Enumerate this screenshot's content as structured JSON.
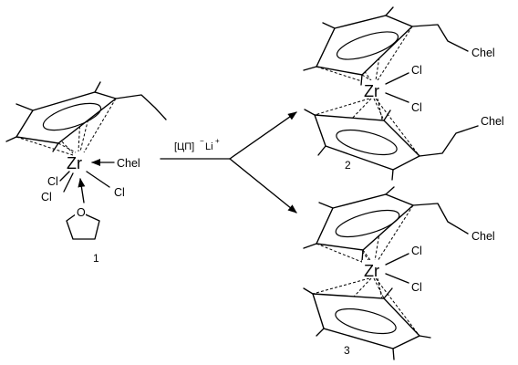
{
  "reagent": {
    "base": "[ЦП]",
    "minus": "−",
    "li": "Li",
    "plus": "+"
  },
  "compound1": {
    "metal": "Zr",
    "chel": "Chel",
    "cl_a": "Cl",
    "cl_b": "Cl",
    "cl_c": "Cl",
    "thf_o": "O",
    "number": "1"
  },
  "compound2": {
    "metal": "Zr",
    "cl_a": "Cl",
    "cl_b": "Cl",
    "chel_a": "Chel",
    "chel_b": "Chel",
    "number": "2"
  },
  "compound3": {
    "metal": "Zr",
    "cl_a": "Cl",
    "cl_b": "Cl",
    "chel": "Chel",
    "number": "3"
  }
}
